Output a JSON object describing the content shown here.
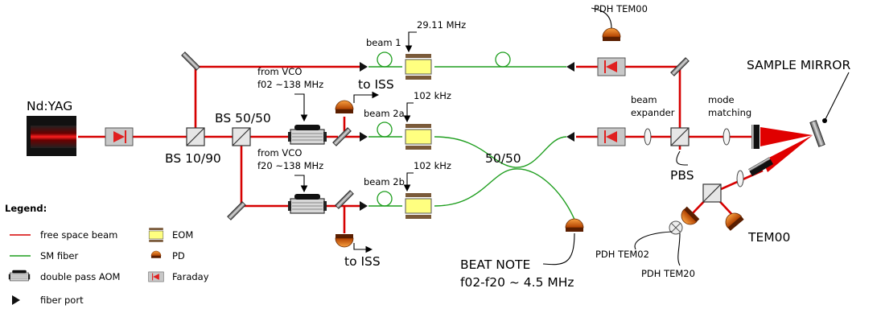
{
  "labels": {
    "laser": "Nd:YAG",
    "bs_10_90": "BS 10/90",
    "bs_50_50": "BS 50/50",
    "vco1_line1": "from VCO",
    "vco1_line2": "f02 ~138 MHz",
    "vco2_line1": "from VCO",
    "vco2_line2": "f20 ~138 MHz",
    "to_iss_top": "to ISS",
    "to_iss_bottom": "to ISS",
    "beam1": "beam 1",
    "beam2a": "beam 2a",
    "beam2b": "beam 2b",
    "freq_beam1": "29.11 MHz",
    "freq_beam2a": "102 kHz",
    "freq_beam2b": "102 kHz",
    "coupler": "50/50",
    "beat_note_line1": "BEAT NOTE",
    "beat_note_line2": "f02-f20 ~ 4.5 MHz",
    "pdh_tem00": "PDH TEM00",
    "beam_expander_line1": "beam",
    "beam_expander_line2": "expander",
    "mode_matching_line1": "mode",
    "mode_matching_line2": "matching",
    "sample_mirror": "SAMPLE MIRROR",
    "pbs": "PBS",
    "tem00": "TEM00",
    "pdh_tem02": "PDH TEM02",
    "pdh_tem20": "PDH TEM20"
  },
  "legend": {
    "title": "Legend:",
    "free_space_beam": "free space beam",
    "sm_fiber": "SM fiber",
    "double_pass_aom": "double pass AOM",
    "fiber_port": "fiber port",
    "eom": "EOM",
    "pd": "PD",
    "faraday": "Faraday"
  },
  "colors": {
    "beam": "#d60000",
    "fiber": "#1e9e1e",
    "photodiode": "#d4650a",
    "eom_crystal": "#ffff88",
    "eom_electrode": "#8b7355"
  }
}
